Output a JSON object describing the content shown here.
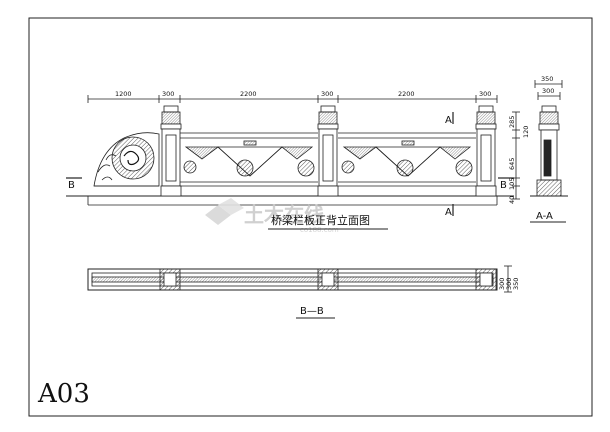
{
  "drawing": {
    "sheet_id": "A03",
    "elevation_title": "桥梁栏板正背立面图",
    "plan_label": "B—B",
    "section_title": "A-A",
    "cut_marks": {
      "a_top": "A",
      "a_bottom": "A",
      "b_left": "B",
      "b_right": "B"
    },
    "top_dimensions": [
      "1200",
      "300",
      "2200",
      "300",
      "2200",
      "300"
    ],
    "side_dimensions": [
      "285",
      "120",
      "645",
      "105",
      "40"
    ],
    "section_dimensions": {
      "outer_width": "350",
      "inner_width": "300"
    },
    "plan_dimensions": [
      "350",
      "300",
      "300"
    ]
  },
  "watermark": {
    "brand": "土木在线",
    "url": "co188.com"
  }
}
